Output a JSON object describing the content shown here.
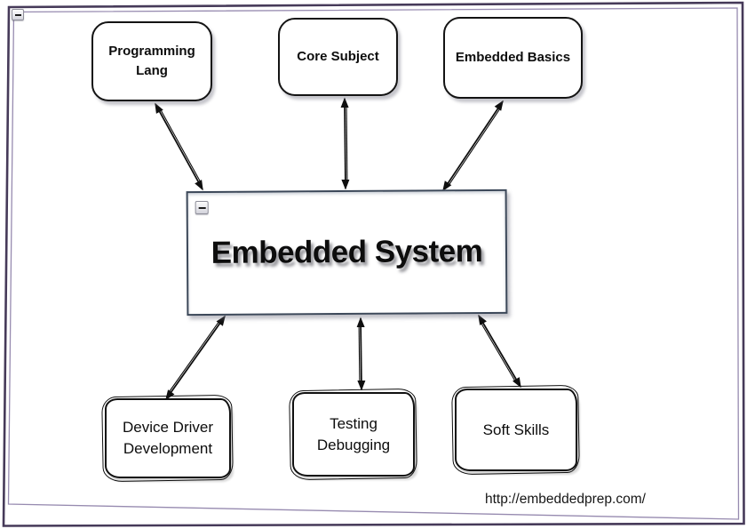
{
  "canvas": {
    "frame_collapse_icon": "minus-icon",
    "colors": {
      "frame_outer": "#463a59",
      "frame_inner": "#978bb0",
      "node_border": "#111111",
      "center_node_border": "#3c4859",
      "arrow": "#0f0f0f",
      "text": "#0d0d0d",
      "background": "#ffffff"
    }
  },
  "diagram": {
    "center": {
      "id": "embedded-system",
      "label": "Embedded System",
      "collapse_icon": "minus-icon"
    },
    "top_nodes": [
      {
        "id": "programming-lang",
        "label": "Programming Lang"
      },
      {
        "id": "core-subject",
        "label": "Core Subject"
      },
      {
        "id": "embedded-basics",
        "label": "Embedded Basics"
      }
    ],
    "bottom_nodes": [
      {
        "id": "device-driver-development",
        "label": "Device Driver Development"
      },
      {
        "id": "testing-debugging",
        "label": "Testing Debugging"
      },
      {
        "id": "soft-skills",
        "label": "Soft Skills"
      }
    ],
    "edges": [
      {
        "from": "embedded-system",
        "to": "programming-lang",
        "style": "double-headed-arrow"
      },
      {
        "from": "embedded-system",
        "to": "core-subject",
        "style": "double-headed-arrow"
      },
      {
        "from": "embedded-system",
        "to": "embedded-basics",
        "style": "double-headed-arrow"
      },
      {
        "from": "embedded-system",
        "to": "device-driver-development",
        "style": "double-headed-arrow"
      },
      {
        "from": "embedded-system",
        "to": "testing-debugging",
        "style": "double-headed-arrow"
      },
      {
        "from": "embedded-system",
        "to": "soft-skills",
        "style": "double-headed-arrow"
      }
    ]
  },
  "footer": {
    "url": "http://embeddedprep.com/"
  }
}
